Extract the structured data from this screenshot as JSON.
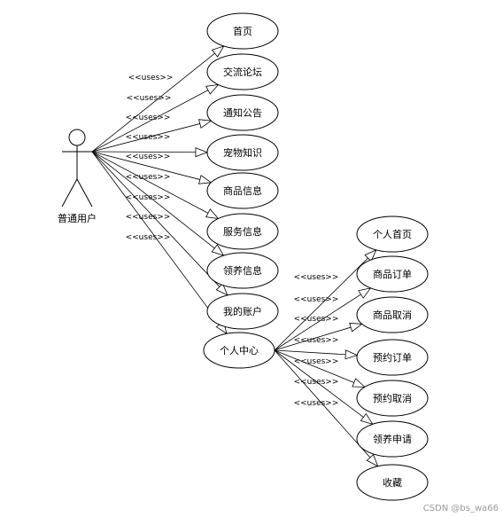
{
  "actor": {
    "label": "普通用户"
  },
  "uses_label": "<<uses>>",
  "primary_use_cases": [
    {
      "id": "home",
      "label": "首页",
      "name": "usecase-home"
    },
    {
      "id": "forum",
      "label": "交流论坛",
      "name": "usecase-forum"
    },
    {
      "id": "notice",
      "label": "通知公告",
      "name": "usecase-notice"
    },
    {
      "id": "pet-knowledge",
      "label": "宠物知识",
      "name": "usecase-pet-knowledge"
    },
    {
      "id": "product-info",
      "label": "商品信息",
      "name": "usecase-product-info"
    },
    {
      "id": "service-info",
      "label": "服务信息",
      "name": "usecase-service-info"
    },
    {
      "id": "adoption-info",
      "label": "领养信息",
      "name": "usecase-adoption-info"
    },
    {
      "id": "my-account",
      "label": "我的账户",
      "name": "usecase-my-account"
    },
    {
      "id": "personal-center",
      "label": "个人中心",
      "name": "usecase-personal-center"
    }
  ],
  "sub_use_cases": [
    {
      "id": "personal-home",
      "label": "个人首页",
      "name": "usecase-personal-home"
    },
    {
      "id": "product-order",
      "label": "商品订单",
      "name": "usecase-product-order"
    },
    {
      "id": "product-cancel",
      "label": "商品取消",
      "name": "usecase-product-cancel"
    },
    {
      "id": "booking-order",
      "label": "预约订单",
      "name": "usecase-booking-order"
    },
    {
      "id": "booking-cancel",
      "label": "预约取消",
      "name": "usecase-booking-cancel"
    },
    {
      "id": "adoption-apply",
      "label": "领养申请",
      "name": "usecase-adoption-apply"
    },
    {
      "id": "favorites",
      "label": "收藏",
      "name": "usecase-favorites"
    }
  ],
  "watermark": "CSDN @bs_wa66"
}
